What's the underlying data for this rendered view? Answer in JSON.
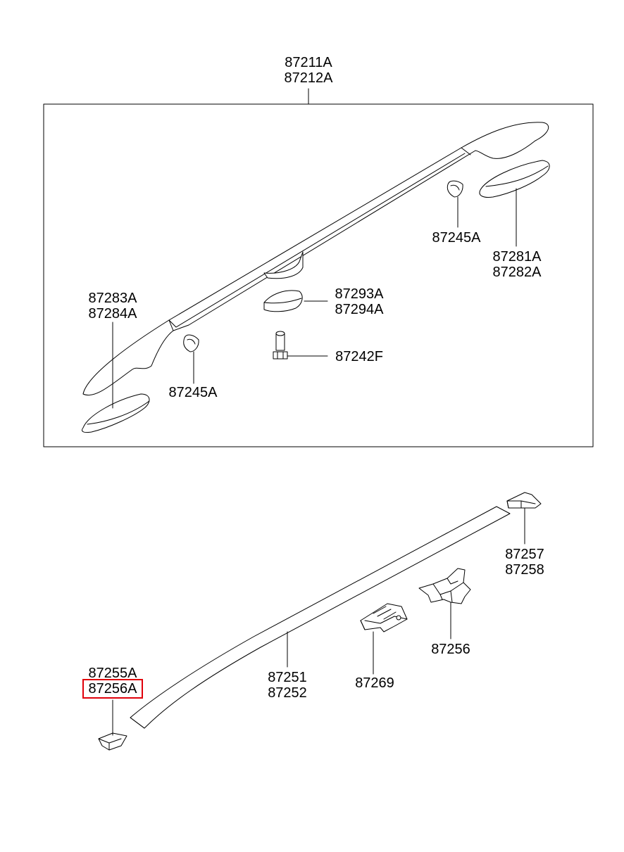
{
  "colors": {
    "stroke": "#000000",
    "part_fill": "#ffffff",
    "highlight": "#e0000a"
  },
  "labels": {
    "rail_assembly": [
      "87211A",
      "87212A"
    ],
    "end_cap_front": [
      "87283A",
      "87284A"
    ],
    "end_cap_rear": [
      "87281A",
      "87282A"
    ],
    "clip_front": [
      "87245A"
    ],
    "clip_rear": [
      "87245A"
    ],
    "center_cover": [
      "87293A",
      "87294A"
    ],
    "bolt": [
      "87242F"
    ],
    "rear_cap_small": [
      "87257",
      "87258"
    ],
    "front_cap_small": [
      "87255A",
      "87256A"
    ],
    "moulding": [
      "87251",
      "87252"
    ],
    "clip_269": [
      "87269"
    ],
    "bracket_256": [
      "87256"
    ]
  },
  "highlighted_part": "87256A"
}
